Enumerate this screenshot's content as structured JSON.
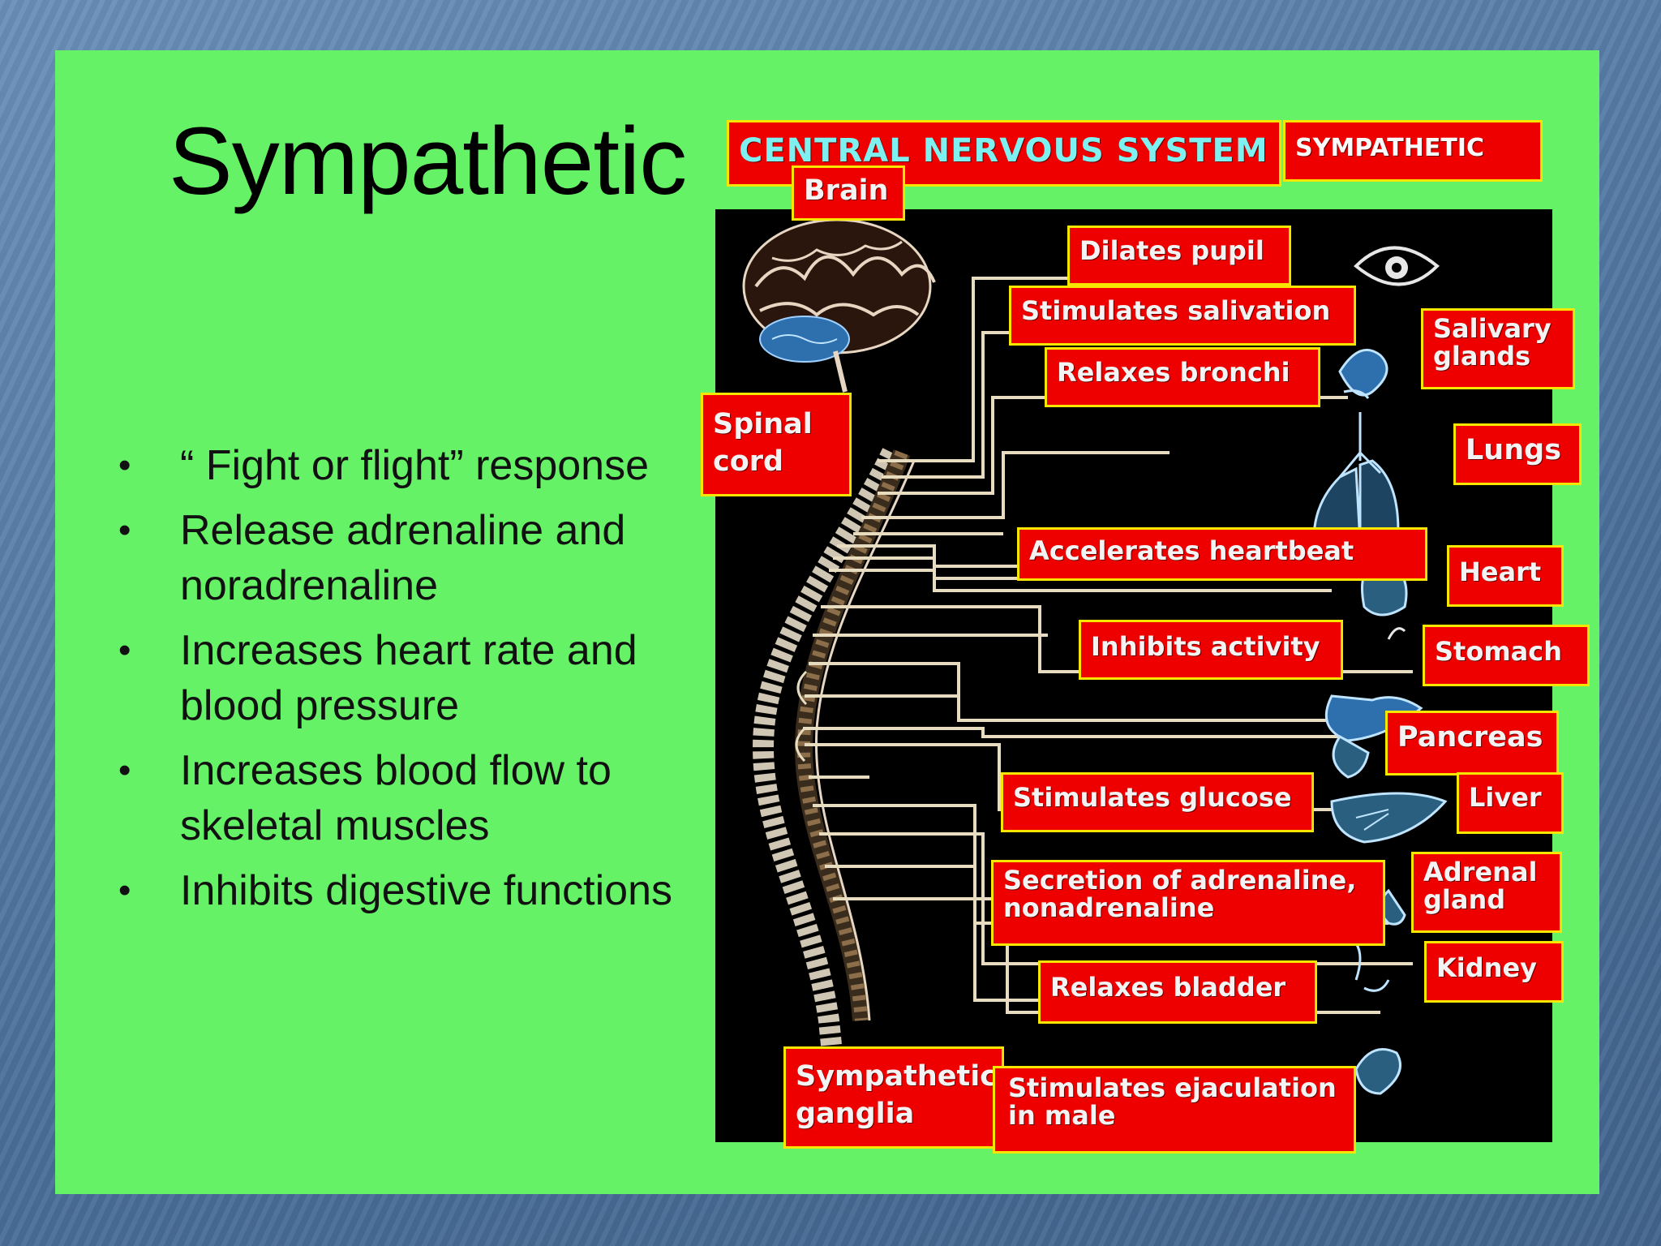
{
  "slide": {
    "title": "Sympathetic",
    "bullets": [
      "“ Fight or flight” response",
      "Release adrenaline and noradrenaline",
      "Increases heart rate and blood pressure",
      "Increases blood flow to skeletal muscles",
      "Inhibits digestive functions"
    ],
    "bullet_symbol": "•"
  },
  "diagram": {
    "header_left": "CENTRAL NERVOUS SYSTEM",
    "header_right": "SYMPATHETIC",
    "brain": "Brain",
    "spinal_cord": "Spinal cord",
    "ganglia": "Sympathetic ganglia",
    "effects": [
      "Dilates pupil",
      "Stimulates salivation",
      "Relaxes bronchi",
      "Accelerates heartbeat",
      "Inhibits activity",
      "Stimulates glucose",
      "Secretion of adrenaline, nonadrenaline",
      "Relaxes bladder",
      "Stimulates ejaculation in male"
    ],
    "organs": [
      "Salivary glands",
      "Lungs",
      "Heart",
      "Stomach",
      "Pancreas",
      "Liver",
      "Adrenal gland",
      "Kidney"
    ],
    "colors": {
      "slide_bg": "#66f266",
      "label_bg": "#ee0000",
      "label_border": "#f7e600",
      "header_text": "#7ff0f0",
      "diagram_bg": "#000000"
    },
    "icons": [
      "brain-icon",
      "eye-icon",
      "salivary-gland-icon",
      "lungs-icon",
      "heart-icon",
      "stomach-icon",
      "pancreas-icon",
      "liver-icon",
      "kidney-icon",
      "bladder-icon",
      "spinal-column-icon"
    ]
  }
}
